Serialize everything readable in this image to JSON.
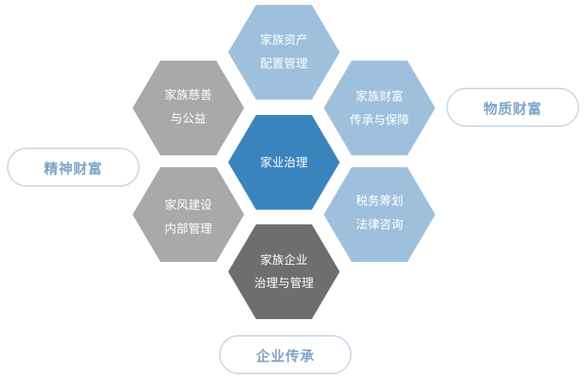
{
  "hexagons": {
    "center": {
      "line1": "家业治理",
      "line2": "",
      "color": "#3a84be"
    },
    "top": {
      "line1": "家族资产",
      "line2": "配置管理",
      "color": "#9fc0dc"
    },
    "upper_right": {
      "line1": "家族财富",
      "line2": "传承与保障",
      "color": "#9fc0dc"
    },
    "lower_right": {
      "line1": "税务筹划",
      "line2": "法律咨询",
      "color": "#9fc0dc"
    },
    "bottom": {
      "line1": "家族企业",
      "line2": "治理与管理",
      "color": "#6e6e70"
    },
    "lower_left": {
      "line1": "家风建设",
      "line2": "内部管理",
      "color": "#a9a9ab"
    },
    "upper_left": {
      "line1": "家族慈善",
      "line2": "与公益",
      "color": "#a9a9ab"
    }
  },
  "pills": {
    "left": "精神财富",
    "right": "物质财富",
    "bottom": "企业传承"
  },
  "colors": {
    "pill_border": "#c6d6e6",
    "pill_text": "#7ea3c4"
  }
}
